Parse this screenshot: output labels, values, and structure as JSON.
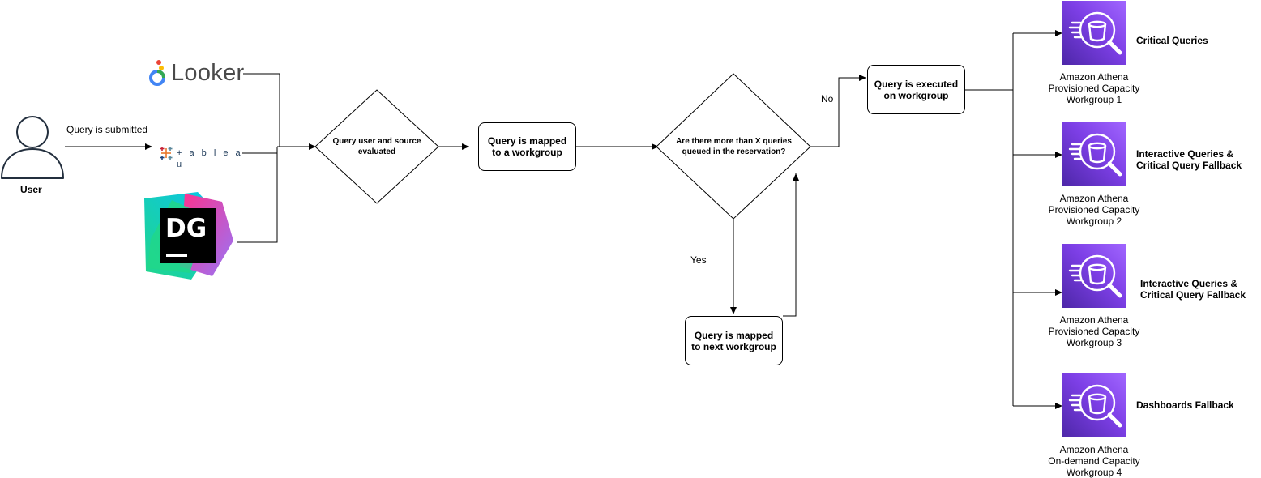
{
  "source_tools": {
    "looker": {
      "logo_text": "Looker",
      "logo_colors": [
        "#4285f4",
        "#34a853",
        "#fbbc04",
        "#ea4335"
      ]
    },
    "tableau": {
      "logo_text": "+ a b l e a u",
      "logo_colors": [
        "#e8762b",
        "#5b879b",
        "#1f457e",
        "#c72035",
        "#59879b"
      ]
    },
    "datagrip": {
      "logo_text": "DG",
      "logo_colors": [
        "#21d789",
        "#07c3f2",
        "#ff318c",
        "#fcf84a",
        "#000000"
      ]
    }
  },
  "user": {
    "label": "User",
    "icon": "user-icon"
  },
  "edges": {
    "submitted": "Query is submitted",
    "no": "No",
    "yes": "Yes"
  },
  "nodes": {
    "evaluate": "Query user and source evaluated",
    "mapped": "Query is mapped to a workgroup",
    "decision": "Are there more than X queries queued in the reservation?",
    "executed": "Query is executed on workgroup",
    "next_workgroup": "Query is mapped to next workgroup"
  },
  "workgroups": [
    {
      "role": "Critical Queries",
      "caption": [
        "Amazon Athena",
        "Provisioned Capacity",
        "Workgroup 1"
      ],
      "icon": "amazon-athena-icon"
    },
    {
      "role": [
        "Interactive Queries &",
        "Critical Query Fallback"
      ],
      "caption": [
        "Amazon Athena",
        "Provisioned Capacity",
        "Workgroup 2"
      ],
      "icon": "amazon-athena-icon"
    },
    {
      "role": [
        "Interactive Queries &",
        "Critical Query Fallback"
      ],
      "caption": [
        "Amazon Athena",
        "Provisioned Capacity",
        "Workgroup 3"
      ],
      "icon": "amazon-athena-icon"
    },
    {
      "role": "Dashboards Fallback",
      "caption": [
        "Amazon Athena",
        "On-demand Capacity",
        "Workgroup 4"
      ],
      "icon": "amazon-athena-icon"
    }
  ],
  "colors": {
    "athena_dark": "#4d27a8",
    "athena_light": "#a166ff",
    "line": "#000000"
  }
}
